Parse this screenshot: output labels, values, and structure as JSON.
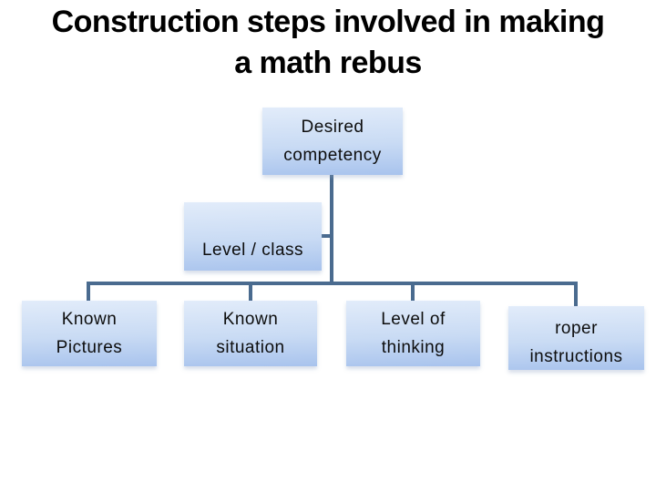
{
  "title": {
    "line1": "Construction steps involved in making",
    "line2": "a math rebus"
  },
  "diagram": {
    "nodes": [
      {
        "id": "desired-competency",
        "lines": [
          "Desired",
          "competency"
        ]
      },
      {
        "id": "level-class",
        "lines": [
          "Level / class"
        ]
      },
      {
        "id": "known-pictures",
        "lines": [
          "Known",
          "Pictures"
        ]
      },
      {
        "id": "known-situation",
        "lines": [
          "Known",
          "situation"
        ]
      },
      {
        "id": "level-of-thinking",
        "lines": [
          "Level of",
          "thinking"
        ]
      },
      {
        "id": "proper-instructions",
        "lines": [
          "roper",
          "instructions"
        ]
      }
    ]
  },
  "colors": {
    "background": "#ffffff",
    "title_text": "#000000",
    "node_text": "#0d0d0d",
    "node_top": "#e2ecfa",
    "node_bottom": "#a8c3ed",
    "connector": "#4a6b8f"
  }
}
